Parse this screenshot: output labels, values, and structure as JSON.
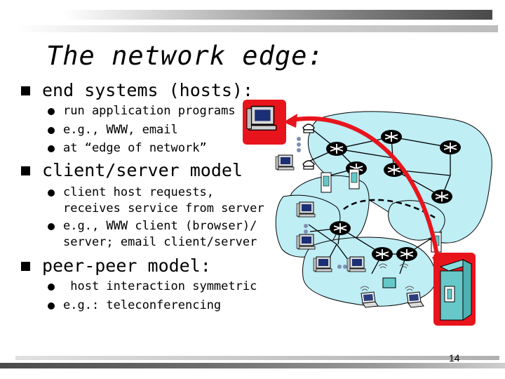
{
  "slide": {
    "title": "The network edge:",
    "page_number": "14",
    "bullets": [
      {
        "text": "end systems (hosts):",
        "subs": [
          "run application programs",
          "e.g., WWW, email",
          "at  “edge of network”"
        ]
      },
      {
        "text": "client/server model",
        "subs": [
          "client host requests,",
          "receives service from server",
          "e.g., WWW client (browser)/",
          "server; email client/server"
        ]
      },
      {
        "text": "peer-peer model:",
        "subs": [
          " host interaction symmetric",
          "e.g.: teleconferencing"
        ]
      }
    ]
  },
  "diagram": {
    "network_color": "#bfeef5",
    "router_color": "#000000",
    "highlight_color": "#e8141c",
    "server_color": "#66c8c8"
  }
}
